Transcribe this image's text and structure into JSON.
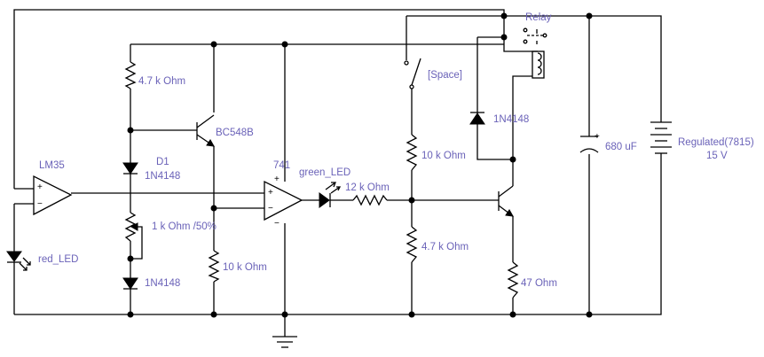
{
  "labels": {
    "relay": "Relay",
    "space": "[Space]",
    "r_4k7_top": "4.7 k Ohm",
    "bc548b": "BC548B",
    "d1": "D1",
    "diode_1n4148_a": "1N4148",
    "diode_1n4148_b": "1N4148",
    "diode_1n4148_c": "1N4148",
    "lm35": "LM35",
    "opamp_741": "741",
    "green_led": "green_LED",
    "red_led": "red_LED",
    "r_12k": "12 k Ohm",
    "r_10k_upper": "10 k Ohm",
    "r_10k_lower": "10 k Ohm",
    "r_4k7_lower": "4.7 k Ohm",
    "pot_1k": "1 k Ohm /50%",
    "r_47": "47  Ohm",
    "cap_680": "680 uF",
    "supply_name": "Regulated(7815)",
    "supply_voltage": "15 V"
  },
  "pin_marks": {
    "plus": "+",
    "minus": "−"
  }
}
